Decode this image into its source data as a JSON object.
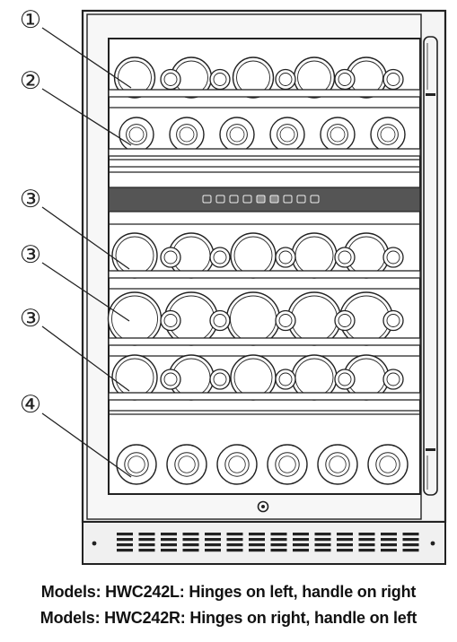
{
  "callouts": [
    {
      "label": "①"
    },
    {
      "label": "②"
    },
    {
      "label": "③"
    },
    {
      "label": "③"
    },
    {
      "label": "③"
    },
    {
      "label": "④"
    }
  ],
  "caption": {
    "line1": "Models: HWC242L: Hinges on left, handle on right",
    "line2": "Models: HWC242R: Hinges on right, handle on left"
  },
  "colors": {
    "outline": "#222222",
    "frame": "#f4f4f4",
    "control_panel": "#555555",
    "background": "#ffffff"
  }
}
